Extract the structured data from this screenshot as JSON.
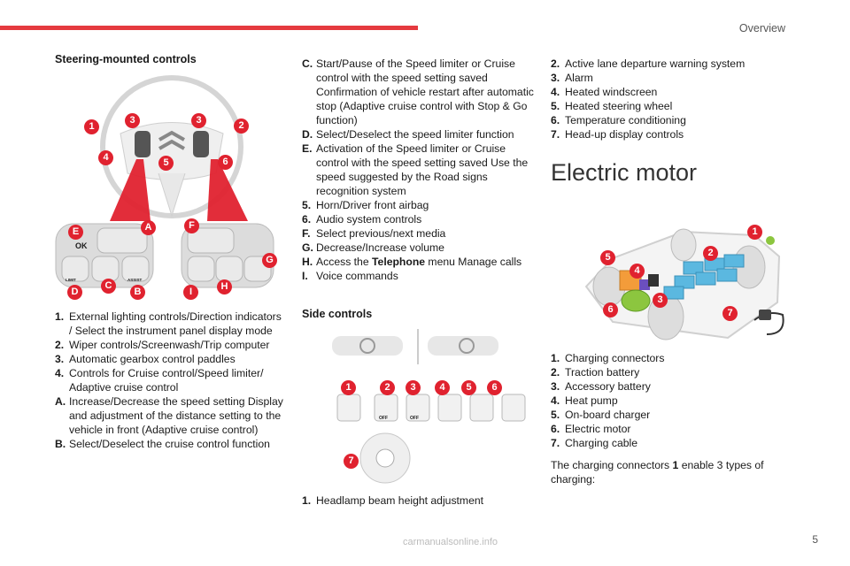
{
  "header": {
    "section_title": "Overview"
  },
  "page_number": "5",
  "watermark": "carmanualsonline.info",
  "steering": {
    "heading": "Steering-mounted controls",
    "figure_labels": {
      "left_panel": [
        "E",
        "A",
        "D",
        "C",
        "B"
      ],
      "right_panel": [
        "F",
        "G",
        "I",
        "H"
      ],
      "wheel": [
        "1",
        "3",
        "3",
        "2",
        "4",
        "5",
        "6"
      ],
      "ok": "OK",
      "limit": "LIMIT",
      "assist": "ASSIST"
    },
    "items": [
      {
        "key": "1.",
        "text": "External lighting controls/Direction indicators / Select the instrument panel display mode"
      },
      {
        "key": "2.",
        "text": "Wiper controls/Screenwash/Trip computer"
      },
      {
        "key": "3.",
        "text": "Automatic gearbox control paddles"
      },
      {
        "key": "4.",
        "text": "Controls for Cruise control/Speed limiter/ Adaptive cruise control"
      },
      {
        "key": "A.",
        "text": "Increase/Decrease the speed setting Display and adjustment of the distance setting to the vehicle in front (Adaptive cruise control)"
      },
      {
        "key": "B.",
        "text": "Select/Deselect the cruise control function"
      }
    ]
  },
  "col2": {
    "items": [
      {
        "key": "C.",
        "text": "Start/Pause of the Speed limiter or Cruise control with the speed setting saved Confirmation of vehicle restart after automatic stop (Adaptive cruise control with Stop & Go function)"
      },
      {
        "key": "D.",
        "text": "Select/Deselect the speed limiter function"
      },
      {
        "key": "E.",
        "text": "Activation of the Speed limiter or Cruise control with the speed setting saved Use the speed suggested by the Road signs recognition system"
      },
      {
        "key": "5.",
        "text": "Horn/Driver front airbag"
      },
      {
        "key": "6.",
        "text": "Audio system controls"
      },
      {
        "key": "F.",
        "text": "Select previous/next media"
      },
      {
        "key": "G.",
        "text": "Decrease/Increase volume"
      },
      {
        "key": "H.",
        "text_pre": "Access the ",
        "text_bold": "Telephone",
        "text_post": " menu Manage calls"
      },
      {
        "key": "I.",
        "text": "Voice commands"
      }
    ],
    "side_heading": "Side controls",
    "side_figure_labels": [
      "1",
      "2",
      "3",
      "4",
      "5",
      "6",
      "7"
    ],
    "off_label": "OFF",
    "side_items": [
      {
        "key": "1.",
        "text": "Headlamp beam height adjustment"
      }
    ]
  },
  "col3": {
    "items": [
      {
        "key": "2.",
        "text": "Active lane departure warning system"
      },
      {
        "key": "3.",
        "text": "Alarm"
      },
      {
        "key": "4.",
        "text": "Heated windscreen"
      },
      {
        "key": "5.",
        "text": "Heated steering wheel"
      },
      {
        "key": "6.",
        "text": "Temperature conditioning"
      },
      {
        "key": "7.",
        "text": "Head-up display controls"
      }
    ],
    "motor_heading": "Electric motor",
    "car_figure_labels": [
      "1",
      "2",
      "5",
      "4",
      "3",
      "6",
      "7"
    ],
    "motor_items": [
      {
        "key": "1.",
        "text": "Charging connectors"
      },
      {
        "key": "2.",
        "text": "Traction battery"
      },
      {
        "key": "3.",
        "text": "Accessory battery"
      },
      {
        "key": "4.",
        "text": "Heat pump"
      },
      {
        "key": "5.",
        "text": "On-board charger"
      },
      {
        "key": "6.",
        "text": "Electric motor"
      },
      {
        "key": "7.",
        "text": "Charging cable"
      }
    ],
    "closing_pre": "The charging connectors ",
    "closing_bold": "1",
    "closing_post": " enable 3 types of charging:"
  },
  "colors": {
    "accent": "#e53a3f",
    "badge": "#e0222f",
    "battery": "#5bb8e0",
    "motor": "#8cc63f",
    "charger": "#f39c3a",
    "heatpump": "#6b4fbf"
  }
}
